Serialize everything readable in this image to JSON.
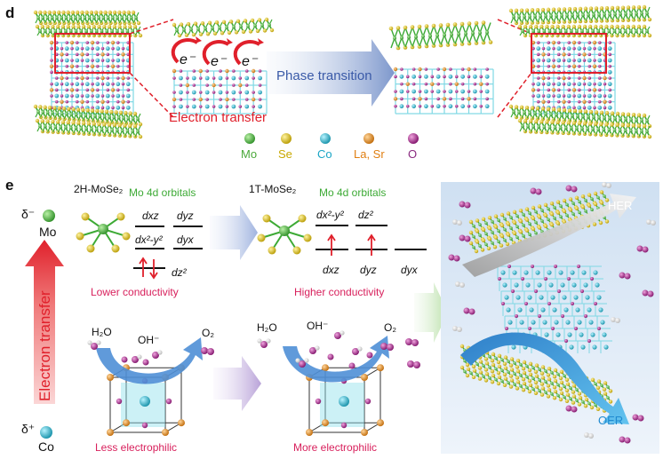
{
  "panel_d": {
    "label": "d",
    "electrons": [
      "e⁻",
      "e⁻",
      "e⁻"
    ],
    "phase_transition": "Phase transition",
    "electron_transfer": "Electron transfer",
    "legend": [
      {
        "label": "Mo",
        "color": "#3daa35",
        "text_color": "#4aa83a"
      },
      {
        "label": "Se",
        "color": "#d9c21c",
        "text_color": "#c8a800"
      },
      {
        "label": "Co",
        "color": "#27b6c9",
        "text_color": "#1aa5c5"
      },
      {
        "label": "La, Sr",
        "color": "#e08a1e",
        "text_color": "#e07f12"
      },
      {
        "label": "O",
        "color": "#a62a8e",
        "text_color": "#8a2a80"
      }
    ]
  },
  "panel_e": {
    "label": "e",
    "delta_minus": "δ⁻",
    "mo": "Mo",
    "delta_plus": "δ⁺",
    "co": "Co",
    "electron_transfer_vertical": "Electron transfer",
    "left_structure": "2H-MoSe₂",
    "right_structure": "1T-MoSe₂",
    "orbitals_title": "Mo 4d orbitals",
    "left_orbitals": {
      "top_a": "dxz",
      "top_b": "dyz",
      "mid_a": "dx²-y²",
      "mid_b": "dyx",
      "bottom": "dz²"
    },
    "right_orbitals": {
      "top_a": "dx²-y²",
      "top_b": "dz²",
      "low_a": "dxz",
      "low_b": "dyz",
      "low_c": "dyx"
    },
    "lower_conductivity": "Lower conductivity",
    "higher_conductivity": "Higher conductivity",
    "h2o_left": "H₂O",
    "oh_left": "OH⁻",
    "o2_left": "O₂",
    "h2o_right": "H₂O",
    "oh_right": "OH⁻",
    "o2_right": "O₂",
    "less_electrophilic": "Less electrophilic",
    "more_electrophilic": "More electrophilic",
    "her": "HER",
    "oer": "OER"
  },
  "colors": {
    "accent_red": "#e0202b",
    "accent_green": "#3daa35",
    "arrow_blue": "#5a7ec8",
    "mo_green": "#3daa35",
    "se_yellow": "#d9c21c",
    "co_cyan": "#27b6c9",
    "la_orange": "#e08a1e",
    "o_purple": "#a62a8e"
  }
}
